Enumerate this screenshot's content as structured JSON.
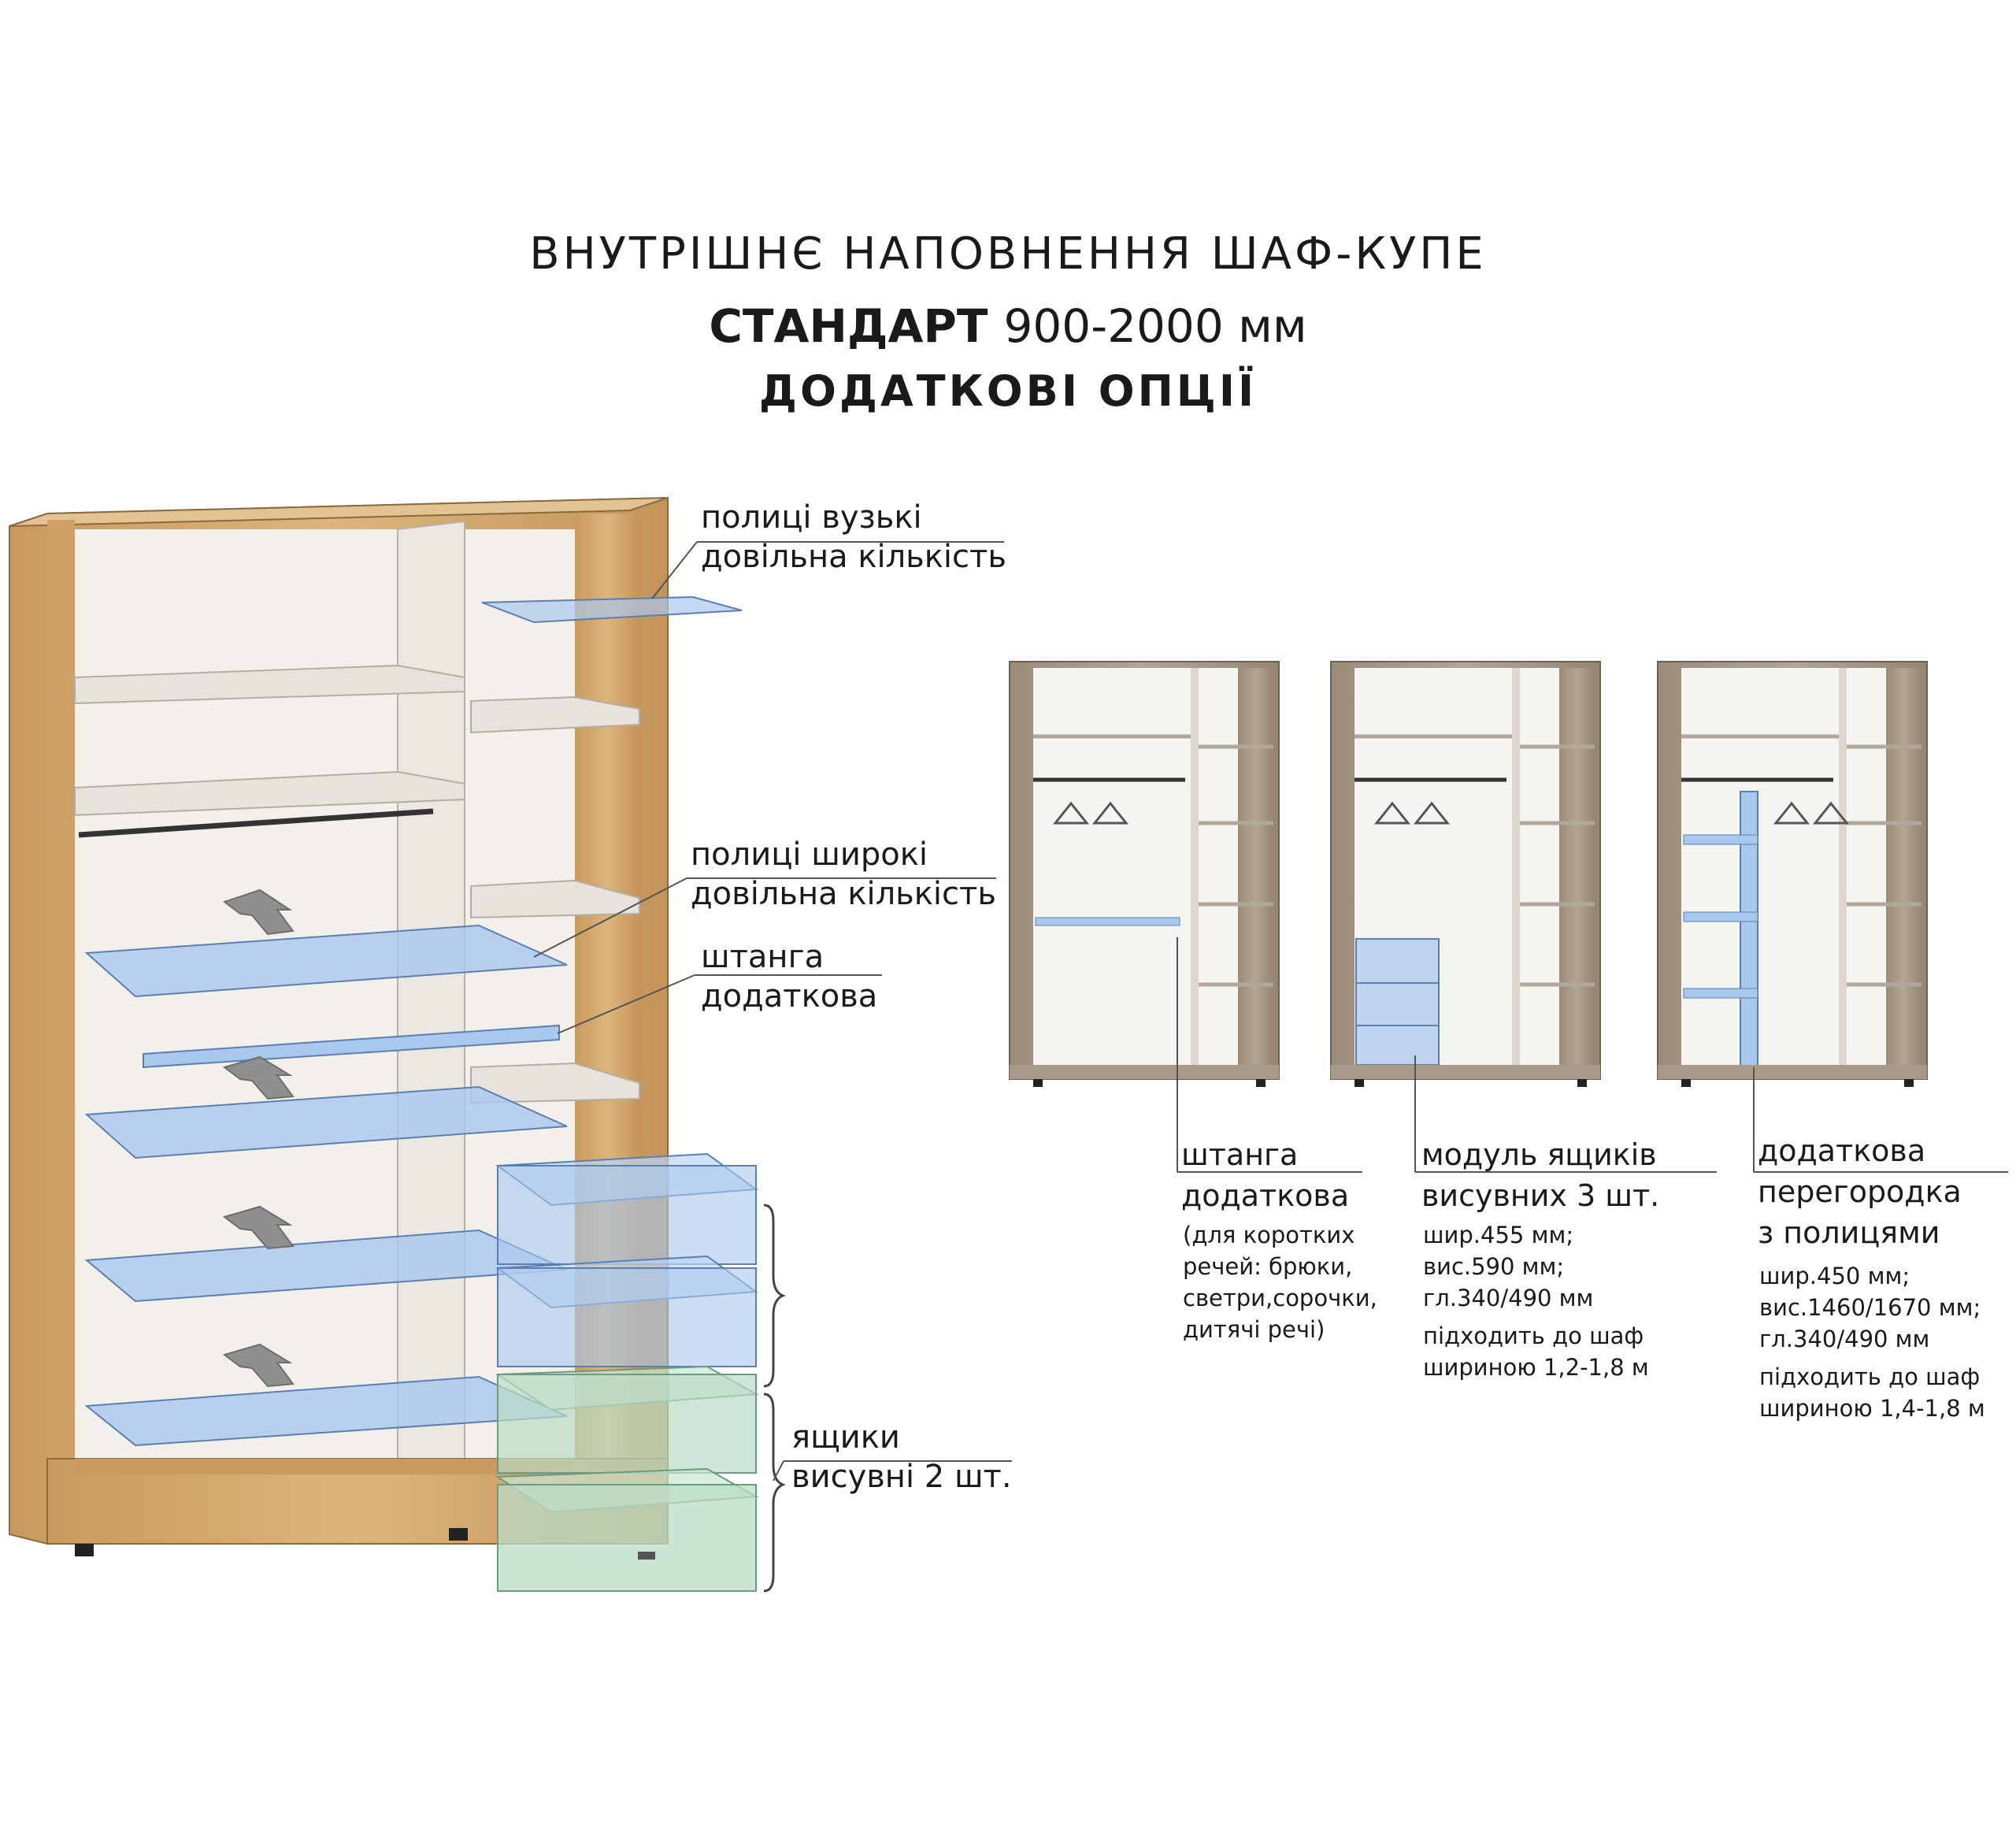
{
  "header": {
    "line1": "ВНУТРІШНЄ  НАПОВНЕННЯ  ШАФ-КУПЕ",
    "line2_bold": "СТАНДАРТ",
    "line2_rest": "900-2000 мм",
    "line3": "ДОДАТКОВІ ОПЦІЇ"
  },
  "main_labels": {
    "narrow_shelves": [
      "полиці вузькі",
      "довільна кількість"
    ],
    "wide_shelves": [
      "полиці широкі",
      "довільна кількість"
    ],
    "rod": [
      "штанга",
      "додаткова"
    ],
    "drawers": [
      "ящики",
      "висувні 2 шт."
    ]
  },
  "options": [
    {
      "title": [
        "штанга",
        "додаткова"
      ],
      "details": [
        "(для коротких",
        "речей: брюки,",
        "светри,сорочки,",
        "дитячі речі)"
      ]
    },
    {
      "title": [
        "модуль ящиків",
        "висувних 3 шт."
      ],
      "details": [
        "шир.455 мм;",
        "вис.590 мм;",
        "гл.340/490 мм",
        "підходить до шаф",
        "шириною 1,2-1,8 м"
      ]
    },
    {
      "title": [
        "додаткова",
        "перегородка",
        "з полицями"
      ],
      "details": [
        "шир.450 мм;",
        "вис.1460/1670 мм;",
        "гл.340/490 мм",
        "підходить до шаф",
        "шириною 1,4-1,8 м"
      ]
    }
  ],
  "colors": {
    "wood": "#d4a86c",
    "wood_dark": "#b98a52",
    "gray_wood": "#a89a88",
    "interior": "#f2efeb",
    "shelf": "#e6e1da",
    "blue_option": "#a9c8ee",
    "green_option": "#b9dcc6",
    "line": "#555555"
  }
}
